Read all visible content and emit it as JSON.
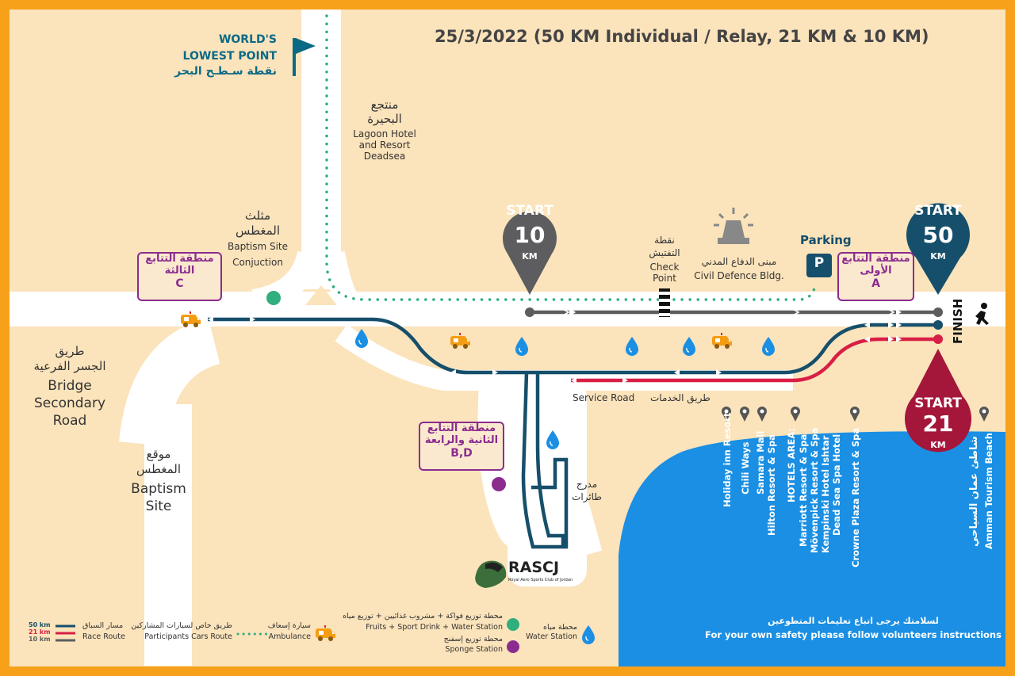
{
  "title": "25/3/2022 (50 KM Individual / Relay, 21 KM & 10 KM)",
  "lowest_point": {
    "en_line1": "WORLD'S",
    "en_line2": "LOWEST POINT",
    "ar": "نقطة سـطـح البحر"
  },
  "lagoon": {
    "ar_line1": "منتجع",
    "ar_line2": "البحيرة",
    "en_line1": "Lagoon Hotel",
    "en_line2": "and Resort",
    "en_line3": "Deadsea"
  },
  "baptism_conj": {
    "ar_line1": "مثلث",
    "ar_line2": "المغطس",
    "en_line1": "Baptism Site",
    "en_line2": "Conjuction"
  },
  "bridge_road": {
    "ar_line1": "طريق",
    "ar_line2": "الجسر الفرعية",
    "en_line1": "Bridge",
    "en_line2": "Secondary",
    "en_line3": "Road"
  },
  "baptism_site": {
    "ar_line1": "موقع",
    "ar_line2": "المغطس",
    "en_line1": "Baptism",
    "en_line2": "Site"
  },
  "check_point": {
    "ar_line1": "نقطة",
    "ar_line2": "التفتيش",
    "en_line1": "Check",
    "en_line2": "Point"
  },
  "civil_defence": {
    "ar": "مبنى الدفاع المدني",
    "en": "Civil Defence Bldg."
  },
  "parking": {
    "label": "Parking",
    "symbol": "P"
  },
  "airstrip": {
    "ar_line1": "مدرج",
    "ar_line2": "طائرات"
  },
  "service_road": {
    "en": "Service Road",
    "ar": "طريق الخدمات"
  },
  "finish": "FINISH",
  "zones": {
    "a": {
      "ar_line1": "منطقة التتابع",
      "ar_line2": "الأولى",
      "letter": "A"
    },
    "c": {
      "ar_line1": "منطقة التتابع",
      "ar_line2": "الثالثة",
      "letter": "C"
    },
    "bd": {
      "ar_line1": "منطقة التتابع",
      "ar_line2": "الثانية والرابعة",
      "letter": "B,D"
    }
  },
  "starts": {
    "s10": {
      "label": "START",
      "num": "10",
      "unit": "KM",
      "color": "#5d5d5f"
    },
    "s50": {
      "label": "START",
      "num": "50",
      "unit": "KM",
      "color": "#164f6b"
    },
    "s21": {
      "label": "START",
      "num": "21",
      "unit": "KM",
      "color": "#a4163a"
    }
  },
  "hotels": [
    {
      "label": "Holiday inn Resort"
    },
    {
      "label": "Chili Ways"
    },
    {
      "label": "Samara Mall"
    },
    {
      "label": "Hilton Resort & Spa"
    },
    {
      "label": "HOTELS AREA:"
    },
    {
      "label": "Marriott Resort & Spa"
    },
    {
      "label": "Mövenpick Resort & Spa"
    },
    {
      "label": "Kempinski Hotel Ishtar"
    },
    {
      "label": "Dead Sea Spa Hotel"
    },
    {
      "label": "Crowne Plaza Resort & Spa"
    },
    {
      "label": "شاطئ عمان السياحي"
    },
    {
      "label": "Amman Tourism Beach"
    }
  ],
  "safety": {
    "ar": "لسلامتك يرجى اتباع تعليمات المتطوعين",
    "en": "For your own safety please follow volunteers instructions"
  },
  "logo": {
    "name": "RASCJ",
    "sub": "Royal Aero Sports Club of Jordan"
  },
  "legend": {
    "route_km": [
      "50 km",
      "21 km",
      "10 km"
    ],
    "route_ar": "مسار السباق",
    "route_en": "Race Route",
    "cars_ar": "طريق خاص لسيارات المشاركين",
    "cars_en": "Participants Cars Route",
    "amb_ar": "سيارة إسعاف",
    "amb_en": "Ambulance",
    "fruit_ar": "محطة توزيع فواكة + مشروب غذائيين + توزيع مياه",
    "fruit_en": "Fruits + Sport Drink + Water Station",
    "sponge_ar": "محطة توزيع إسفنج",
    "sponge_en": "Sponge Station",
    "water_ar": "محطة مياه",
    "water_en": "Water Station"
  },
  "colors": {
    "km50": "#164f6b",
    "km21": "#d81f45",
    "km10": "#5d5d5f",
    "sea": "#1a8fe3",
    "sand": "#fbe3bb",
    "frame": "#f7a11a",
    "zone": "#8b2c8f",
    "teal": "#0a6a86",
    "green": "#2fae7e"
  }
}
